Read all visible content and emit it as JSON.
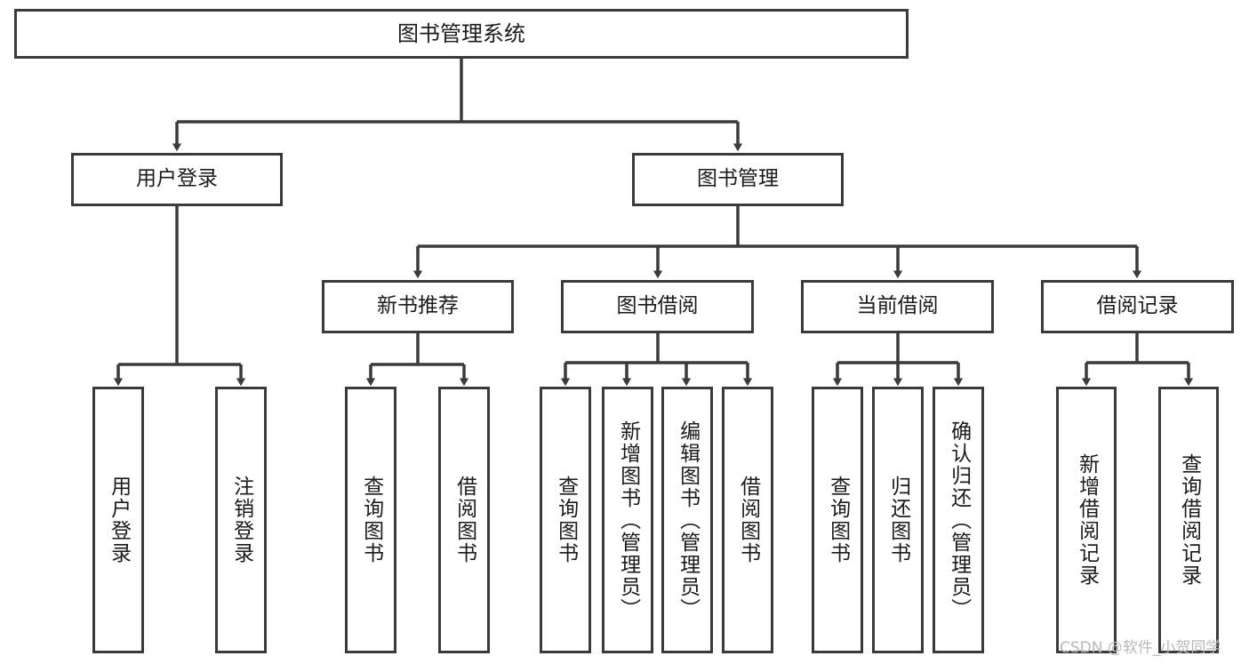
{
  "diagram": {
    "type": "tree-hierarchy-chart",
    "title": "图书管理系统",
    "orientation": "top-down",
    "colors": {
      "box_border": "#3a3a3a",
      "box_fill": "#ffffff",
      "connector": "#3a3a3a",
      "text": "#1b1b1b",
      "watermark": "#b9b9b9",
      "background": "#ffffff"
    },
    "nodes": {
      "root": {
        "label": "图书管理系统"
      },
      "level2": [
        {
          "id": "user-login",
          "label": "用户登录"
        },
        {
          "id": "book-management",
          "label": "图书管理"
        }
      ],
      "level3": [
        {
          "id": "new-book-recommend",
          "label": "新书推荐"
        },
        {
          "id": "book-borrow",
          "label": "图书借阅"
        },
        {
          "id": "current-borrow",
          "label": "当前借阅"
        },
        {
          "id": "borrow-record",
          "label": "借阅记录"
        }
      ],
      "leaves": {
        "user-login": [
          {
            "id": "leaf-user-login",
            "label": "用户登录"
          },
          {
            "id": "leaf-logout-login",
            "label": "注销登录"
          }
        ],
        "new-book-recommend": [
          {
            "id": "leaf-query-book-1",
            "label": "查询图书"
          },
          {
            "id": "leaf-borrow-book-1",
            "label": "借阅图书"
          }
        ],
        "book-borrow": [
          {
            "id": "leaf-query-book-2",
            "label": "查询图书"
          },
          {
            "id": "leaf-add-book",
            "label": "新增图书（管理员）"
          },
          {
            "id": "leaf-edit-book",
            "label": "编辑图书（管理员）"
          },
          {
            "id": "leaf-borrow-book-2",
            "label": "借阅图书"
          }
        ],
        "current-borrow": [
          {
            "id": "leaf-query-book-3",
            "label": "查询图书"
          },
          {
            "id": "leaf-return-book",
            "label": "归还图书"
          },
          {
            "id": "leaf-confirm-return",
            "label": "确认归还（管理员）"
          }
        ],
        "borrow-record": [
          {
            "id": "leaf-add-borrow-record",
            "label": "新增借阅记录"
          },
          {
            "id": "leaf-query-borrow-record",
            "label": "查询借阅记录"
          }
        ]
      }
    }
  },
  "watermark": {
    "text": "CSDN @软件_小贺同学"
  }
}
